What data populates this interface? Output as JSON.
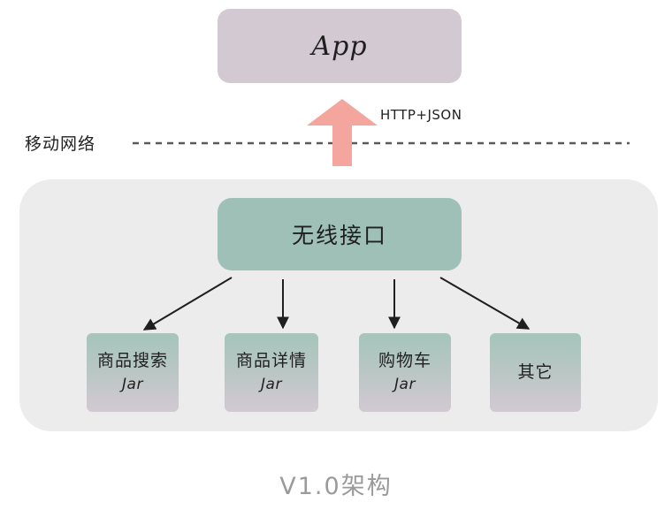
{
  "client": {
    "label": "App"
  },
  "transport": {
    "protocol_label": "HTTP+JSON",
    "network_label": "移动网络"
  },
  "gateway": {
    "label": "无线接口"
  },
  "modules": [
    {
      "name": "商品搜索",
      "sub": "Jar"
    },
    {
      "name": "商品详情",
      "sub": "Jar"
    },
    {
      "name": "购物车",
      "sub": "Jar"
    },
    {
      "name": "其它",
      "sub": ""
    }
  ],
  "caption": "V1.0架构",
  "colors": {
    "client_box": "#d3c9d3",
    "gateway_box": "#9fc0b6",
    "backend_panel": "#ececec",
    "up_arrow": "#f3a59e",
    "caption_text": "#9a9a9a"
  }
}
